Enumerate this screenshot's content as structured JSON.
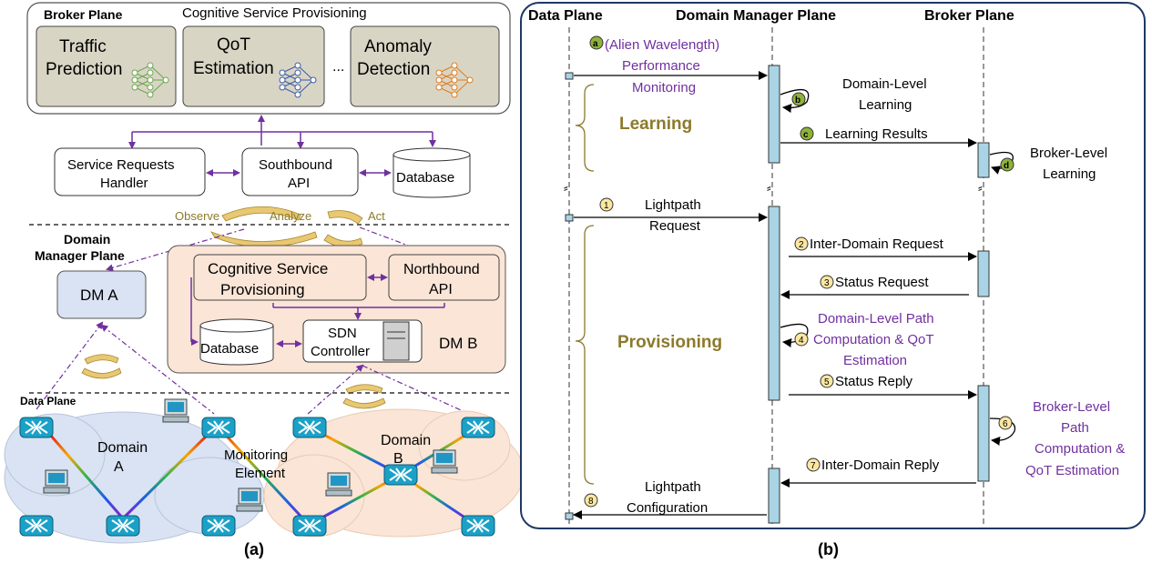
{
  "left": {
    "broker_title": "Broker Plane",
    "csp_title": "Cognitive Service Provisioning",
    "traffic": [
      "Traffic",
      "Prediction"
    ],
    "qot": [
      "QoT",
      "Estimation"
    ],
    "ellipsis": "...",
    "anomaly": [
      "Anomaly",
      "Detection"
    ],
    "srh": [
      "Service Requests",
      "Handler"
    ],
    "sb_api": [
      "Southbound",
      "API"
    ],
    "database": "Database",
    "observe": "Observe",
    "analyze": "Analyze",
    "act": "Act",
    "dm_plane": [
      "Domain",
      "Manager Plane"
    ],
    "dm_a": "DM A",
    "csp_dm": [
      "Cognitive  Service",
      "Provisioning"
    ],
    "nb_api": [
      "Northbound",
      "API"
    ],
    "db2": "Database",
    "sdn": [
      "SDN",
      "Controller"
    ],
    "dm_b": "DM B",
    "data_plane": "Data Plane",
    "domain_a": [
      "Domain",
      "A"
    ],
    "domain_b": [
      "Domain",
      "B"
    ],
    "monitoring": [
      "Monitoring",
      "Element"
    ],
    "caption": "(a)"
  },
  "right": {
    "col_data": "Data  Plane",
    "col_dm": "Domain  Manager Plane",
    "col_broker": "Broker Plane",
    "a_mark": "a",
    "perf_mon": [
      "(Alien Wavelength)",
      "Performance",
      "Monitoring"
    ],
    "b_mark": "b",
    "dl_learning": [
      "Domain-Level",
      "Learning"
    ],
    "learning": "Learning",
    "c_mark": "c",
    "learning_results": "Learning Results",
    "d_mark": "d",
    "bl_learning": [
      "Broker-Level",
      "Learning"
    ],
    "s1": "1",
    "lightpath_request": [
      "Lightpath",
      "Request"
    ],
    "s2": "2",
    "inter_req": "Inter-Domain Request",
    "s3": "3",
    "status_req": "Status Request",
    "provisioning": "Provisioning",
    "s4": "4",
    "dl_path": [
      "Domain-Level Path",
      "Computation & QoT",
      "Estimation"
    ],
    "s5": "5",
    "status_reply": "Status Reply",
    "s6": "6",
    "bl_path": [
      "Broker-Level",
      "Path",
      "Computation &",
      "QoT Estimation"
    ],
    "s7": "7",
    "inter_reply": "Inter-Domain Reply",
    "s8": "8",
    "lp_config": [
      "Lightpath",
      "Configuration"
    ],
    "caption": "(b)"
  },
  "colors": {
    "purple": "#7030a0",
    "olive": "#8c7a2b",
    "bar": "#a9d4e6",
    "pink": "#fbe5d6",
    "blue_box": "#dae3f3",
    "navy": "#1f3864"
  }
}
